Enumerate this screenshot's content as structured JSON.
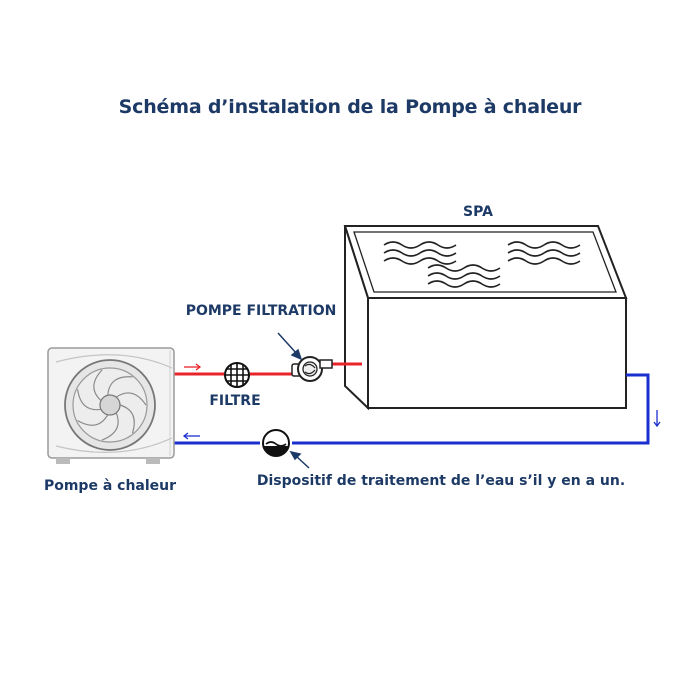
{
  "title": "Schéma d’instalation de la Pompe à chaleur",
  "labels": {
    "spa": "SPA",
    "pompe_filtration": "POMPE FILTRATION",
    "filtre": "FILTRE",
    "pompe_chaleur": "Pompe à chaleur",
    "dispositif": "Dispositif de traitement de l’eau s’il y en a un."
  },
  "colors": {
    "title": "#1d3a66",
    "hot_pipe": "#e8242a",
    "cold_pipe": "#1a2fd0",
    "outline": "#222222"
  },
  "icons": {
    "heat_pump": "heat-pump-unit-icon",
    "filter": "filter-grid-icon",
    "pump": "filtration-pump-icon",
    "treatment": "water-treatment-icon",
    "spa": "spa-tub-icon"
  }
}
